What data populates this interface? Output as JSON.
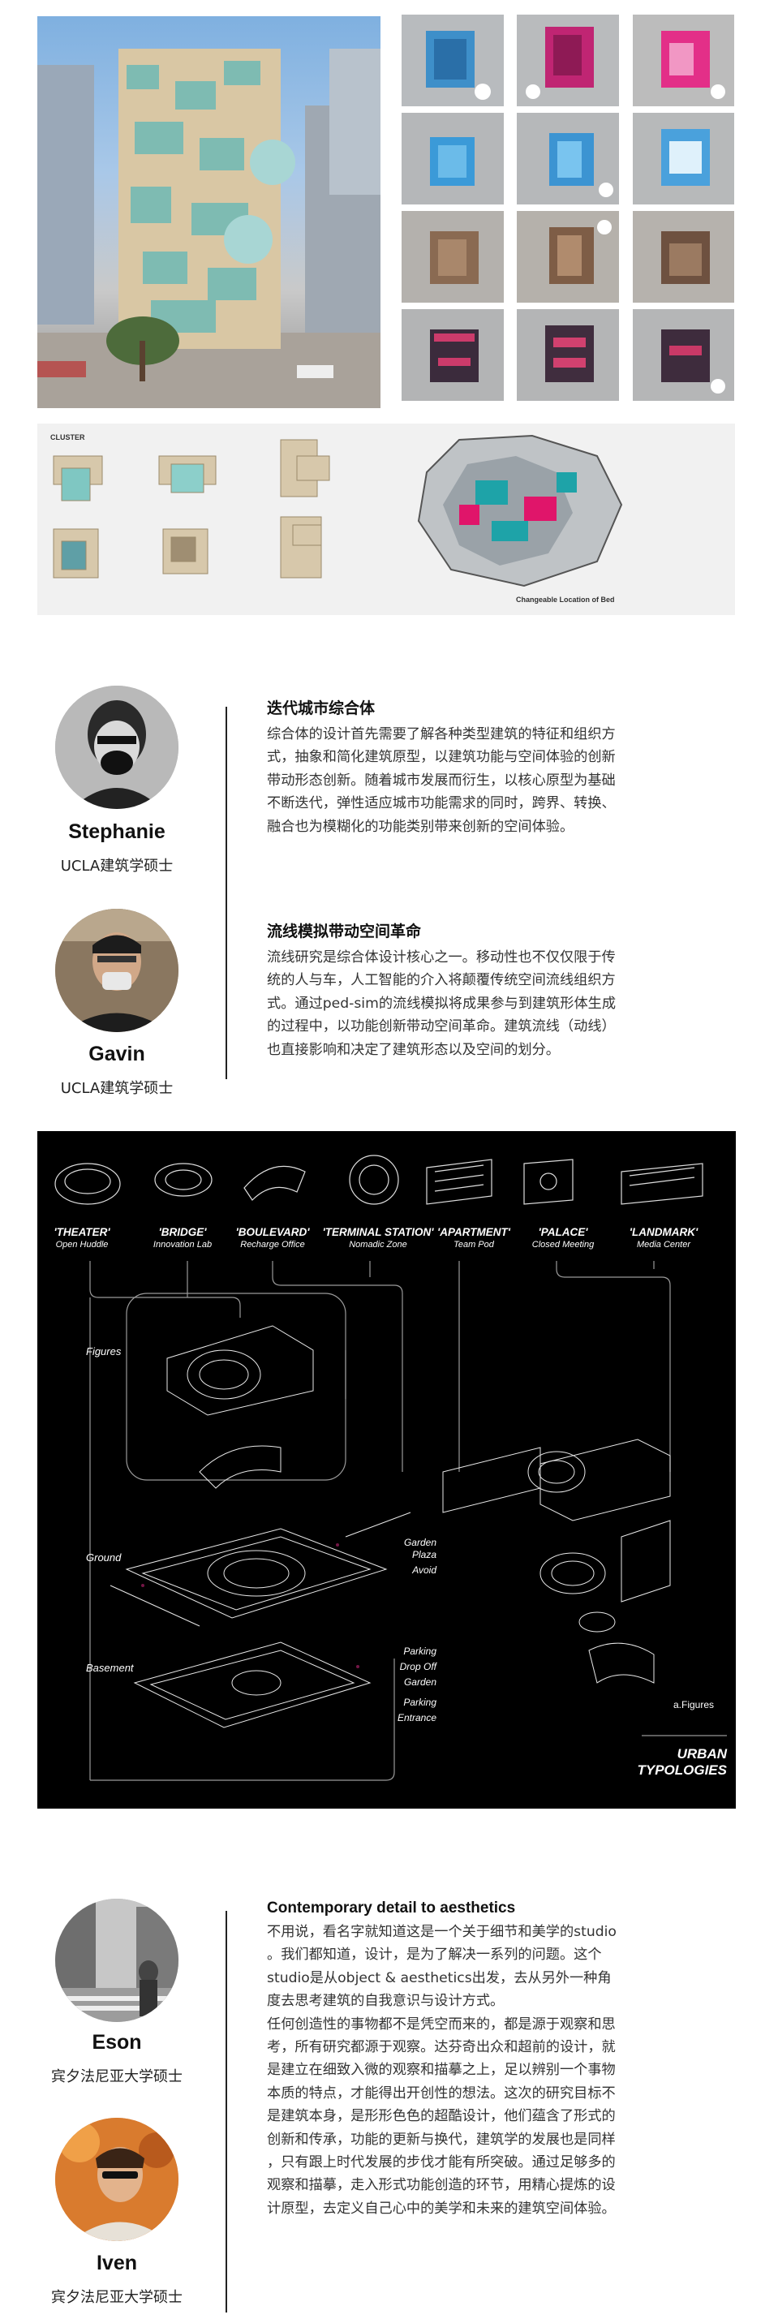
{
  "gallery": {
    "cluster_label": "CLUSTER",
    "cluster_caption": "Changeable Location of Bed"
  },
  "section1": {
    "people": [
      {
        "name": "Stephanie",
        "title": "UCLA建筑学硕士"
      },
      {
        "name": "Gavin",
        "title": "UCLA建筑学硕士"
      }
    ],
    "block1": {
      "heading": "迭代城市综合体",
      "lines": [
        "综合体的设计首先需要了解各种类型建筑的特征和组织方",
        "式，抽象和简化建筑原型，以建筑功能与空间体验的创新",
        "带动形态创新。随着城市发展而衍生，以核心原型为基础",
        "不断迭代，弹性适应城市功能需求的同时，跨界、转换、",
        "融合也为模糊化的功能类别带来创新的空间体验。"
      ]
    },
    "block2": {
      "heading": "流线模拟带动空间革命",
      "lines": [
        "流线研究是综合体设计核心之一。移动性也不仅仅限于传",
        "统的人与车，人工智能的介入将颠覆传统空间流线组织方",
        "式。通过ped-sim的流线模拟将成果参与到建筑形体生成",
        "的过程中，以功能创新带动空间革命。建筑流线（动线）",
        "也直接影响和决定了建筑形态以及空间的划分。"
      ]
    }
  },
  "diagram": {
    "typologies": [
      {
        "name": "'THEATER'",
        "sub": "Open Huddle"
      },
      {
        "name": "'BRIDGE'",
        "sub": "Innovation Lab"
      },
      {
        "name": "'BOULEVARD'",
        "sub": "Recharge Office"
      },
      {
        "name": "'TERMINAL STATION'",
        "sub": "Nomadic Zone"
      },
      {
        "name": "'APARTMENT'",
        "sub": "Team Pod"
      },
      {
        "name": "'PALACE'",
        "sub": "Closed Meeting"
      },
      {
        "name": "'LANDMARK'",
        "sub": "Media Center"
      }
    ],
    "level_figures": "Figures",
    "level_ground": "Ground",
    "level_basement": "Basement",
    "ground_labels": [
      "Garden",
      "Plaza",
      "Avoid"
    ],
    "basement_labels": [
      "Parking",
      "Drop Off",
      "Garden",
      "Parking",
      "Entrance"
    ],
    "a_figures": "a.Figures",
    "urban_title_1": "URBAN",
    "urban_title_2": "TYPOLOGIES"
  },
  "section2": {
    "people": [
      {
        "name": "Eson",
        "title": "宾夕法尼亚大学硕士"
      },
      {
        "name": "Iven",
        "title": "宾夕法尼亚大学硕士"
      }
    ],
    "heading": "Contemporary detail to aesthetics",
    "lines": [
      "不用说，看名字就知道这是一个关于细节和美学的studio",
      "。我们都知道，设计，是为了解决一系列的问题。这个",
      "studio是从object & aesthetics出发，去从另外一种角",
      "度去思考建筑的自我意识与设计方式。",
      "任何创造性的事物都不是凭空而来的，都是源于观察和思",
      "考，所有研究都源于观察。达芬奇出众和超前的设计，就",
      "是建立在细致入微的观察和描摹之上，足以辨别一个事物",
      "本质的特点，才能得出开创性的想法。这次的研究目标不",
      "是建筑本身，是形形色色的超酷设计，他们蕴含了形式的",
      "创新和传承，功能的更新与换代，建筑学的发展也是同样",
      "，只有跟上时代发展的步伐才能有所突破。通过足够多的",
      "观察和描摹，走入形式功能创造的环节，用精心提炼的设",
      "计原型，去定义自己心中的美学和未来的建筑空间体验。"
    ]
  }
}
